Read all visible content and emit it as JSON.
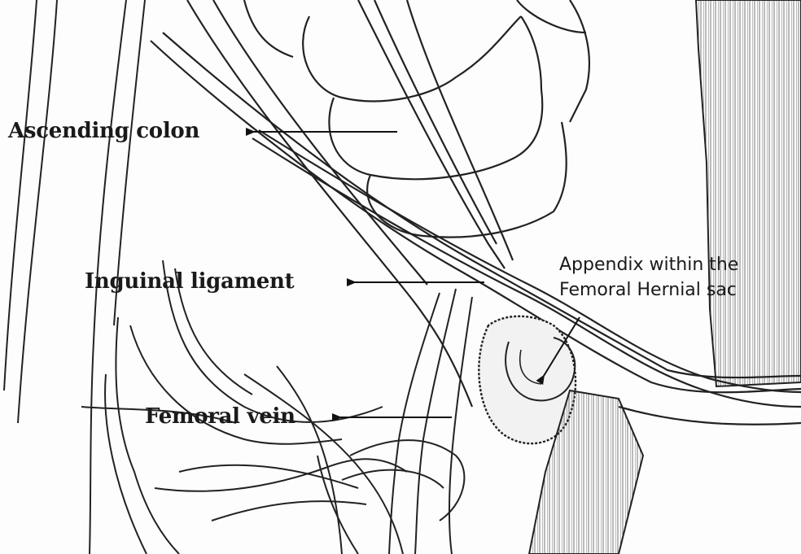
{
  "labels": {
    "ascending_colon": "Ascending colon",
    "inguinal_ligament": "Inguinal ligament",
    "femoral_vein": "Femoral vein",
    "appendix_line1": "Appendix within the",
    "appendix_line2": "Femoral Hernial sac"
  }
}
